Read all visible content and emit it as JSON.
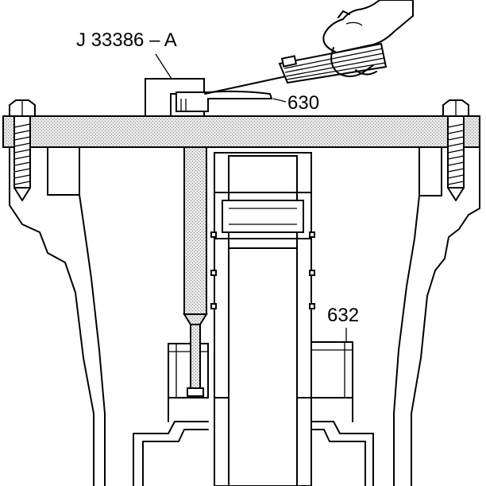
{
  "callouts": {
    "tool": "J 33386 – A",
    "part_630": "630",
    "part_632": "632"
  },
  "colors": {
    "line": "#000000",
    "background": "#ffffff",
    "stipple": "#9a9a9a"
  }
}
